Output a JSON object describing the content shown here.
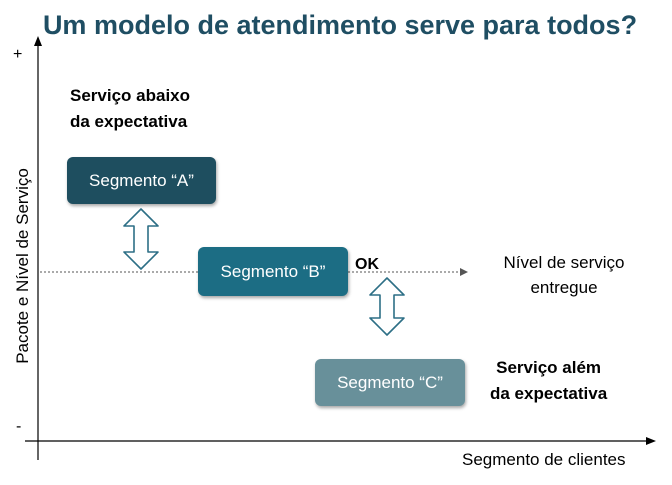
{
  "title": "Um modelo de atendimento serve para todos?",
  "axis": {
    "y_label": "Pacote e Nível de Serviço",
    "x_label": "Segmento de clientes",
    "y_top": "+",
    "y_bottom": "-"
  },
  "notes": {
    "top_line1": "Serviço abaixo",
    "top_line2": "da expectativa",
    "bottom_line1": "Serviço além",
    "bottom_line2": "da expectativa"
  },
  "service_level": {
    "line1": "Nível de serviço",
    "line2": "entregue",
    "ok": "OK"
  },
  "segments": [
    {
      "label": "Segmento “A”",
      "color": "#1e4e5f"
    },
    {
      "label": "Segmento “B”",
      "color": "#1c6d84"
    },
    {
      "label": "Segmento “C”",
      "color": "#68909a"
    }
  ],
  "colors": {
    "title": "#1f4e63",
    "arrow_outline": "#2d6f86"
  }
}
